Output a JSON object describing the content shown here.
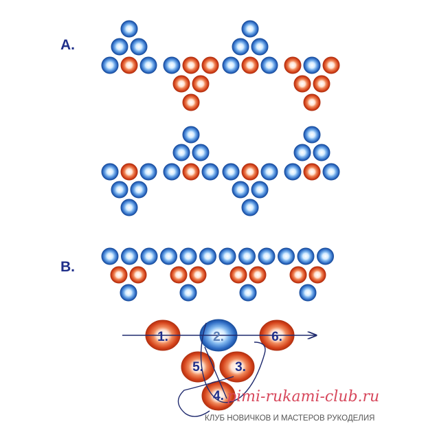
{
  "labels": {
    "section_a": "A.",
    "section_b": "B."
  },
  "step_numbers": [
    "1.",
    "2.",
    "3.",
    "4.",
    "5.",
    "6."
  ],
  "watermark": {
    "url": "pimi-rukami-club.ru",
    "tagline": "КЛУБ НОВИЧКОВ И МАСТЕРОВ РУКОДЕЛИЯ"
  },
  "colors": {
    "blue_bead": "#3a79c9",
    "red_bead": "#d84a1f",
    "label": "#1f2f8a",
    "thread": "#1f2a6e",
    "watermark": "#d7485c"
  }
}
